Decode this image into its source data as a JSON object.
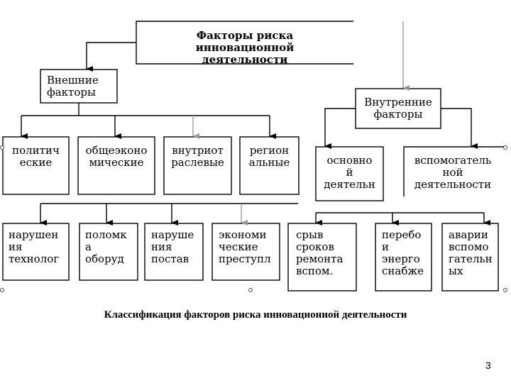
{
  "title": "Факторы риска\nинновационной деятельности",
  "external": "Внешние\nфакторы",
  "internal": "Внутренние\nфакторы",
  "ext_items": [
    "политич\nеские",
    "общеэконо\nмические",
    "внутриот\nраслевые",
    "регион\nальные"
  ],
  "int_items": [
    "основно\nй\nдеятельн",
    "вспомогатель\nной\nдеятельности"
  ],
  "leaf_items": [
    "нарушен\nия\nтехнолог",
    "поломк\nа\nоборуд",
    "наруше\nния\nпостав",
    "экономи\nческие\nпреступл",
    "срыв\nсроков\nремонта\nвспом.",
    "перебо\nи\nэнерго\nснабже",
    "аварии\nвспомо\nгательн\nых"
  ],
  "caption": "Классификация факторов риска инновационной деятельности",
  "page_number": "3"
}
